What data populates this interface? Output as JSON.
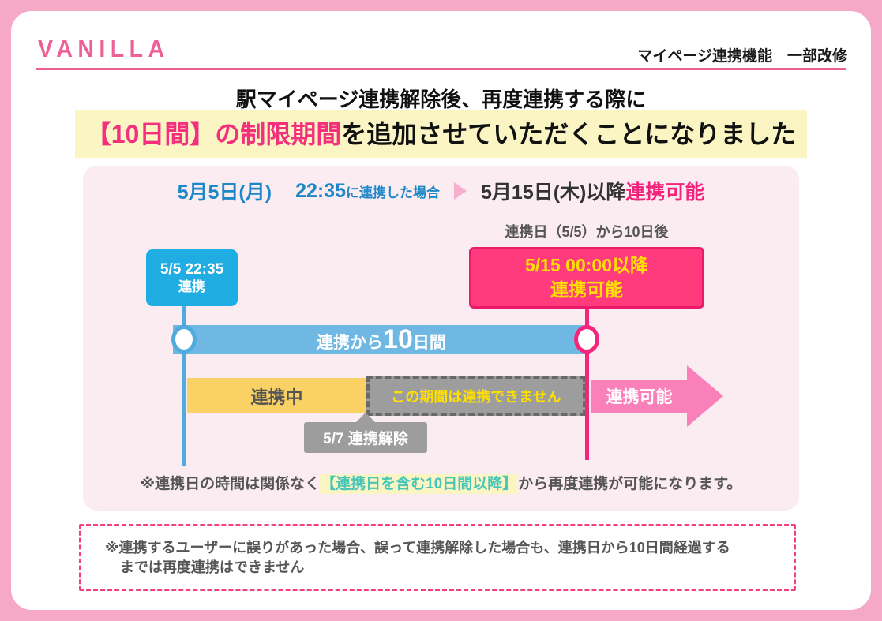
{
  "header": {
    "logo": "VANILLA",
    "subtitle": "マイページ連携機能　一部改修"
  },
  "title": {
    "line1": "駅マイページ連携解除後、再度連携する際に",
    "line2_emphasis": "【10日間】の制限期間",
    "line2_rest": "を追加させていただくことになりました"
  },
  "timeline": {
    "case": {
      "date": "5月5日(月)",
      "time": "22:35",
      "time_note": "に連携した場合",
      "result_date": "5月15日(木)以降",
      "result_status": "連携可能"
    },
    "ten_days_later": "連携日（5/5）から10日後",
    "link_event": {
      "line1": "5/5 22:35",
      "line2": "連携"
    },
    "relink_event": {
      "line1": "5/15 00:00以降",
      "line2": "連携可能"
    },
    "duration": {
      "prefix": "連携から",
      "number": "10",
      "suffix": "日間"
    },
    "linked_label": "連携中",
    "blocked_label": "この期間は連携できません",
    "available_label": "連携可能",
    "unlink_callout": "5/7 連携解除",
    "note": {
      "prefix": "※連携日の時間は関係なく",
      "emphasis": "【連携日を含む10日間以降】",
      "suffix": "から再度連携が可能になります。"
    }
  },
  "footer": {
    "line1": "※連携するユーザーに誤りがあった場合、誤って連携解除した場合も、連携日から10日間経過する",
    "line2": "までは再度連携はできません"
  },
  "colors": {
    "frame_pink": "#F5A9C6",
    "brand_pink": "#EE5F96",
    "accent_pink": "#F5247C",
    "deep_pink_box": "#FF3A7D",
    "light_pink_arrow": "#F980B9",
    "panel_pink": "#FBECF2",
    "blue_text": "#1E87C8",
    "blue_box": "#1FADE4",
    "blue_bar": "#70B8E4",
    "yellow_bar": "#FAD164",
    "yellow_text": "#FFE100",
    "highlight_yellow": "#FAF5C3",
    "gray_bar": "#9D9D9D",
    "teal_text": "#45C6BA"
  }
}
